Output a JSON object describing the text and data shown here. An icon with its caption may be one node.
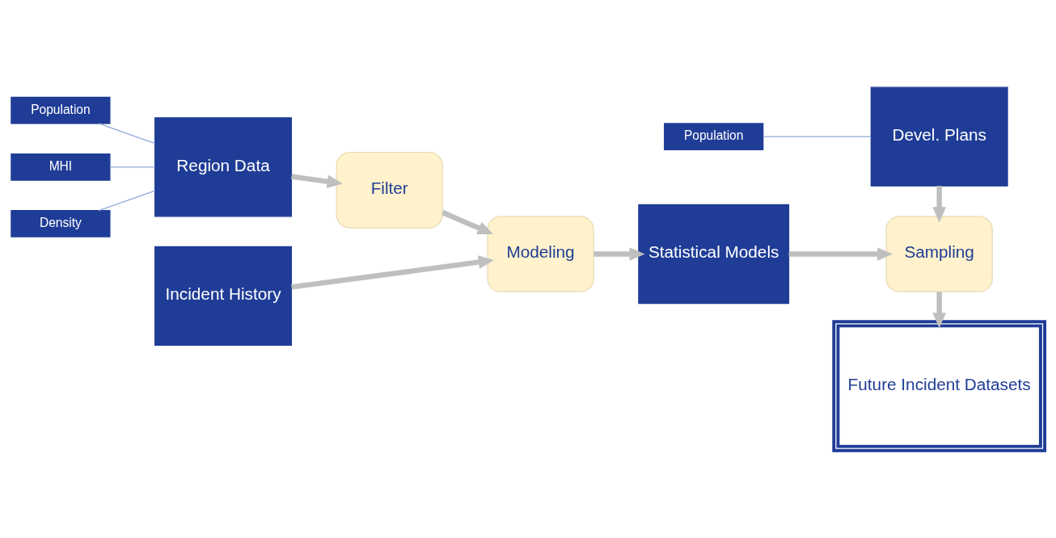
{
  "diagram": {
    "nodes": [
      {
        "text": [
          "Population"
        ]
      },
      {
        "text": [
          "MHI"
        ]
      },
      {
        "text": [
          "Density"
        ]
      },
      {
        "text": [
          "Region Data"
        ]
      },
      {
        "text": [
          "Filter"
        ]
      },
      {
        "text": [
          "Population"
        ]
      },
      {
        "text": [
          "Devel. Plans"
        ]
      },
      {
        "text": [
          "Incident History"
        ]
      },
      {
        "text": [
          "Modeling"
        ]
      },
      {
        "text": [
          "Statistical Models"
        ]
      },
      {
        "text": [
          "Sampling"
        ]
      },
      {
        "text": [
          "Future Incident Datasets"
        ]
      }
    ],
    "edges": [
      {
        "from": 0,
        "to": 3,
        "arrow": "none",
        "color": "#8faadc"
      },
      {
        "from": 1,
        "to": 3,
        "arrow": "none",
        "color": "#8faadc"
      },
      {
        "from": 2,
        "to": 3,
        "arrow": "none",
        "color": "#8faadc"
      },
      {
        "from": 3,
        "to": 4,
        "arrow": "to"
      },
      {
        "from": 4,
        "to": 8,
        "arrow": "to"
      },
      {
        "from": 7,
        "to": 8,
        "arrow": "to"
      },
      {
        "from": 8,
        "to": 9,
        "arrow": "to"
      },
      {
        "from": 9,
        "to": 10,
        "arrow": "to"
      },
      {
        "from": 5,
        "to": 6,
        "arrow": "none",
        "color": "#8faadc"
      },
      {
        "from": 6,
        "to": 10,
        "arrow": "to"
      },
      {
        "from": 10,
        "to": 11,
        "arrow": "to"
      }
    ]
  }
}
